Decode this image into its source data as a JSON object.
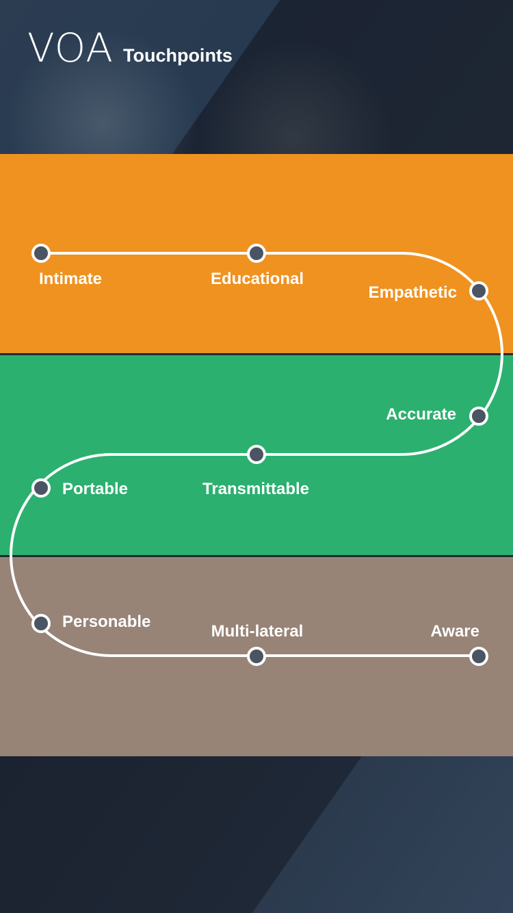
{
  "header": {
    "brand": "VOA",
    "title": "Touchpoints"
  },
  "colors": {
    "band_orange": "#ef9220",
    "band_green": "#2cb06f",
    "band_taupe": "#978477",
    "node_fill": "#4a5462",
    "path": "#ffffff"
  },
  "touchpoints": [
    {
      "label": "Intimate"
    },
    {
      "label": "Educational"
    },
    {
      "label": "Empathetic"
    },
    {
      "label": "Accurate"
    },
    {
      "label": "Transmittable"
    },
    {
      "label": "Portable"
    },
    {
      "label": "Personable"
    },
    {
      "label": "Multi-lateral"
    },
    {
      "label": "Aware"
    }
  ]
}
